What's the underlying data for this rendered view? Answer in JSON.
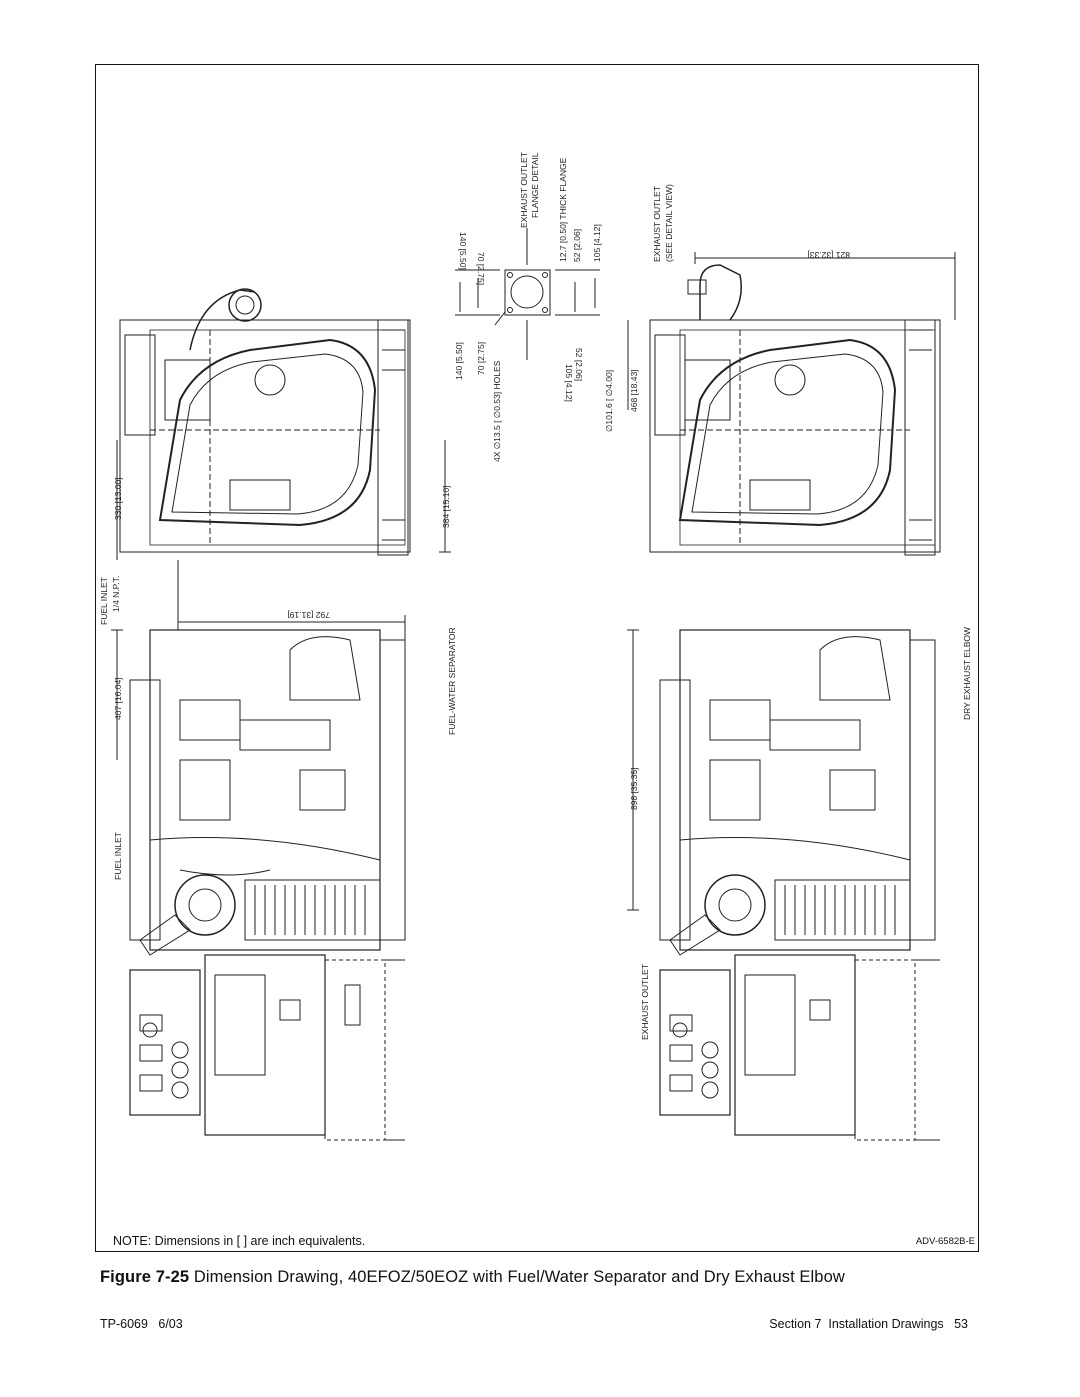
{
  "note": "NOTE: Dimensions in [ ] are inch equivalents.",
  "drawing_number": "ADV-6582B-E",
  "caption": {
    "figure_label": "Figure 7-25",
    "text": "Dimension Drawing, 40EFOZ/50EOZ with Fuel/Water Separator and Dry Exhaust Elbow"
  },
  "footer": {
    "doc": "TP-6069   6/03",
    "section": "Section 7  Installation Drawings   53"
  },
  "labels": {
    "exhaust_outlet_flange": "EXHAUST OUTLET",
    "flange_detail": "FLANGE DETAIL",
    "thick_flange": "12.7 [0.50] THICK FLANGE",
    "dim_52a": "52 [2.06]",
    "dim_105a": "105 [4.12]",
    "dim_140": "140 [5.50]",
    "dim_70": "70 [2.75]",
    "holes": "4X  ∅13.5 [  ∅0.53] HOLES",
    "dim_140_flip": "140 [5.50]",
    "dim_70_flip": "70 [2.75]",
    "dim_52_flip": "52 [2.06]",
    "dim_105_flip": "105 [4.12]",
    "exhaust_outlet_view": "EXHAUST OUTLET",
    "see_detail": "(SEE DETAIL VIEW)",
    "dim_821": "821 [32.33]",
    "dim_101": "∅101.6 [  ∅4.00]",
    "dim_468": "468 [18.43]",
    "dim_330": "330 [13.00]",
    "dim_384": "384 [15.10]",
    "fuel_inlet_npt": "FUEL INLET",
    "npt": "1/4 N.P.T.",
    "dim_792": "792 [31.19]",
    "dim_407": "407 [16.04]",
    "fuel_water_sep": "FUEL-WATER SEPARATOR",
    "fuel_inlet": "FUEL INLET",
    "dim_898": "898 [35.35]",
    "exhaust_outlet_bottom": "EXHAUST OUTLET",
    "dry_exhaust_elbow": "DRY EXHAUST ELBOW"
  }
}
